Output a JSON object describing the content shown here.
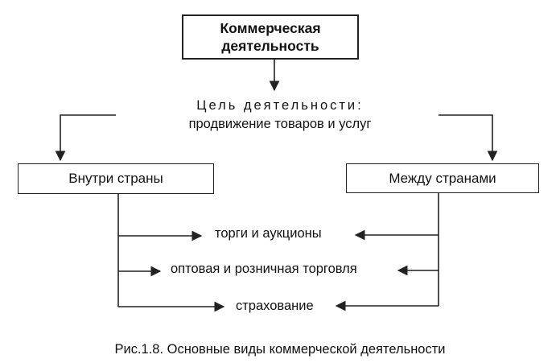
{
  "diagram": {
    "top_box": "Коммерческая\nдеятельность",
    "goal_line1": "Цель деятельности:",
    "goal_line2": "продвижение товаров и услуг",
    "left_box": "Внутри страны",
    "right_box": "Между странами",
    "activities": [
      "торги и аукционы",
      "оптовая и розничная торговля",
      "страхование"
    ],
    "caption": "Рис.1.8. Основные виды коммерческой деятельности"
  }
}
